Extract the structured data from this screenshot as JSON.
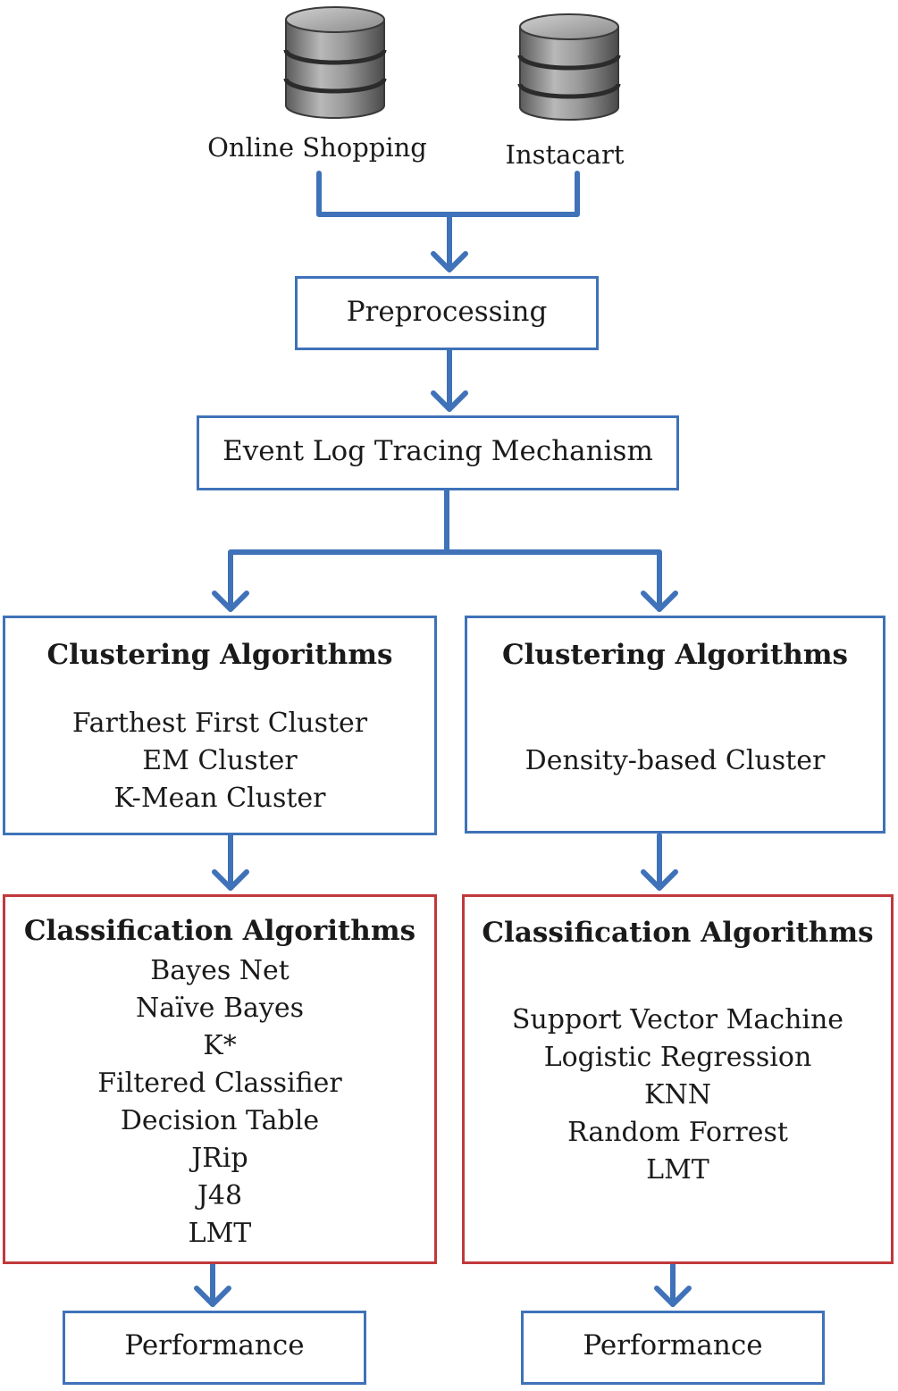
{
  "sources": [
    {
      "label": "Online Shopping"
    },
    {
      "label": "Instacart"
    }
  ],
  "steps": {
    "preprocessing": "Preprocessing",
    "event_log": "Event Log Tracing Mechanism"
  },
  "left": {
    "clustering": {
      "title": "Clustering Algorithms",
      "items": [
        "Farthest First Cluster",
        "EM Cluster",
        "K-Mean Cluster"
      ]
    },
    "classification": {
      "title": "Classification Algorithms",
      "items": [
        "Bayes Net",
        "Naïve Bayes",
        "K*",
        "Filtered Classifier",
        "Decision Table",
        "JRip",
        "J48",
        "LMT"
      ]
    },
    "performance": "Performance"
  },
  "right": {
    "clustering": {
      "title": "Clustering Algorithms",
      "items": [
        "Density-based Cluster"
      ]
    },
    "classification": {
      "title": "Classification Algorithms",
      "items": [
        "Support Vector Machine",
        "Logistic Regression",
        "KNN",
        "Random Forrest",
        "LMT"
      ]
    },
    "performance": "Performance"
  },
  "colors": {
    "connector": "#3f72b8",
    "blue_border": "#3f72b8",
    "red_border": "#c0393b"
  }
}
